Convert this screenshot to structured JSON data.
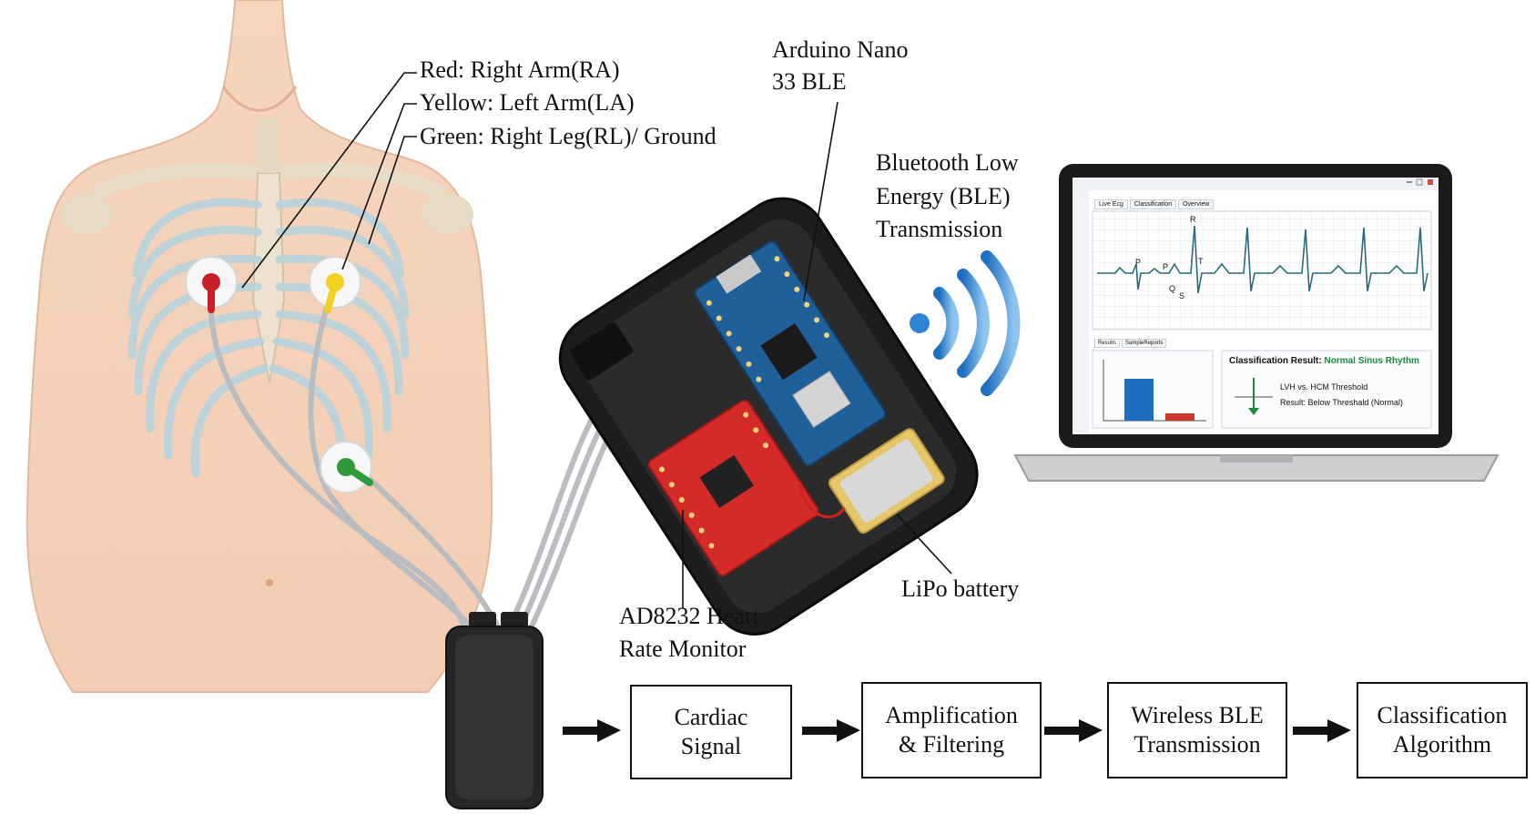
{
  "labels": {
    "electrode_red": "Red: Right Arm(RA)",
    "electrode_yellow": "Yellow: Left Arm(LA)",
    "electrode_green": "Green: Right Leg(RL)/ Ground",
    "arduino_line1": "Arduino Nano",
    "arduino_line2": "33 BLE",
    "ble_line1": "Bluetooth Low",
    "ble_line2": "Energy (BLE)",
    "ble_line3": "Transmission",
    "lipo": "LiPo battery",
    "ad8232_line1": "AD8232 Heart",
    "ad8232_line2": "Rate Monitor"
  },
  "pipeline": [
    {
      "line1": "Cardiac",
      "line2": "Signal"
    },
    {
      "line1": "Amplification",
      "line2": "& Filtering"
    },
    {
      "line1": "Wireless BLE",
      "line2": "Transmission"
    },
    {
      "line1": "Classification",
      "line2": "Algorithm"
    }
  ],
  "laptop_ui": {
    "tabs": [
      "Live Ecg",
      "Classification",
      "Overview"
    ],
    "ecg_peaks": [
      "P",
      "P",
      "Q",
      "R",
      "S",
      "T"
    ],
    "bottom_tabs": [
      "Results",
      "SampleReports"
    ],
    "classification_prefix": "Classification Result:",
    "classification_value": "Normal Sinus Rhythm",
    "threshold_label": "LVH vs. HCM Threshold",
    "threshold_result": "Result: Below Threshald (Normal)"
  },
  "colors": {
    "electrode_red": "#c8202a",
    "electrode_yellow": "#f0d020",
    "electrode_green": "#2e9a3a",
    "pcb_red": "#d42a2a",
    "arduino_blue": "#1f5f9a",
    "ble_blue": "#2f84d4",
    "rhythm_green": "#1a8a3a"
  }
}
